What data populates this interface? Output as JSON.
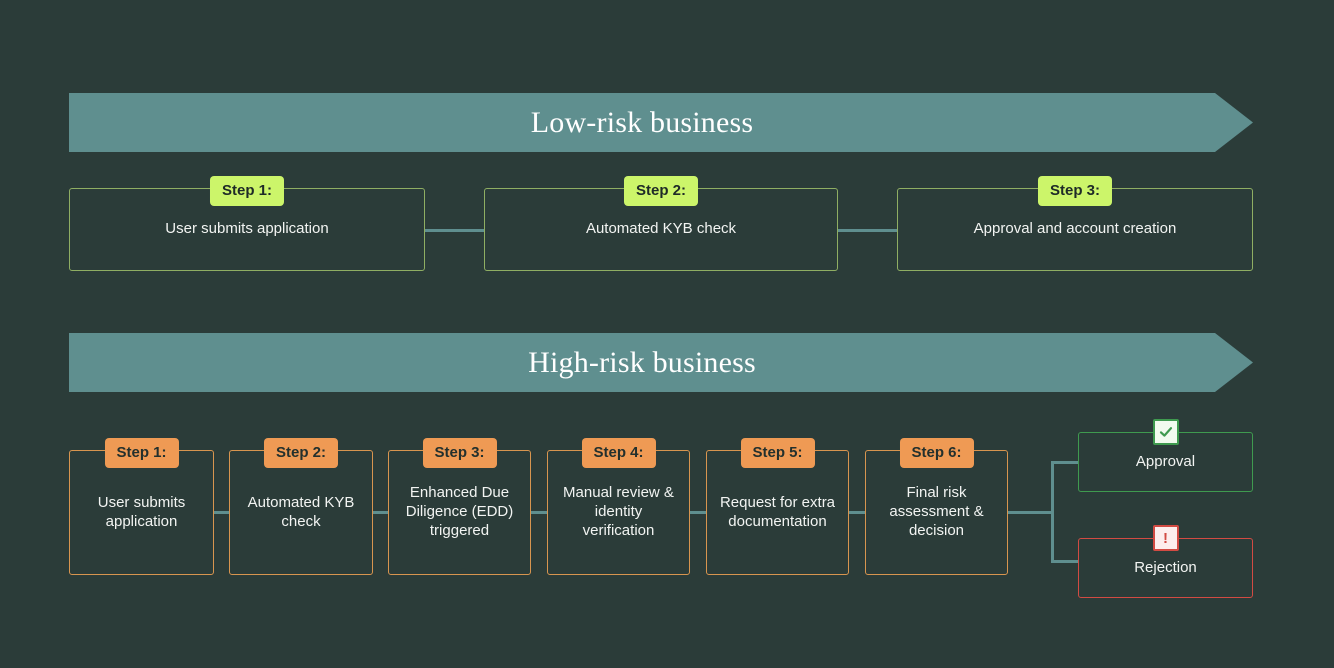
{
  "theme": {
    "background": "#2b3c39",
    "banner_fill": "#5f8f8f",
    "connector": "#5f8f8f",
    "low_risk_border": "#8fae63",
    "low_risk_badge": "#ccf56a",
    "high_risk_border": "#d8954f",
    "high_risk_badge": "#ef9a54",
    "approval_border": "#3f9a4f",
    "rejection_border": "#d24b43",
    "text": "#f2f4f2"
  },
  "sections": [
    {
      "id": "low-risk",
      "banner_title": "Low-risk business",
      "steps": [
        {
          "badge": "Step 1:",
          "text": "User submits application"
        },
        {
          "badge": "Step 2:",
          "text": "Automated KYB check"
        },
        {
          "badge": "Step 3:",
          "text": "Approval and account creation"
        }
      ]
    },
    {
      "id": "high-risk",
      "banner_title": "High-risk business",
      "steps": [
        {
          "badge": "Step 1:",
          "text": "User submits application"
        },
        {
          "badge": "Step 2:",
          "text": "Automated KYB check"
        },
        {
          "badge": "Step 3:",
          "text": "Enhanced Due Diligence (EDD) triggered"
        },
        {
          "badge": "Step 4:",
          "text": "Manual review & identity verification"
        },
        {
          "badge": "Step 5:",
          "text": "Request for extra documentation"
        },
        {
          "badge": "Step 6:",
          "text": "Final risk assessment & decision"
        }
      ],
      "outcomes": [
        {
          "id": "approval",
          "icon": "check-icon",
          "text": "Approval"
        },
        {
          "id": "rejection",
          "icon": "exclamation-icon",
          "text": "Rejection"
        }
      ]
    }
  ]
}
